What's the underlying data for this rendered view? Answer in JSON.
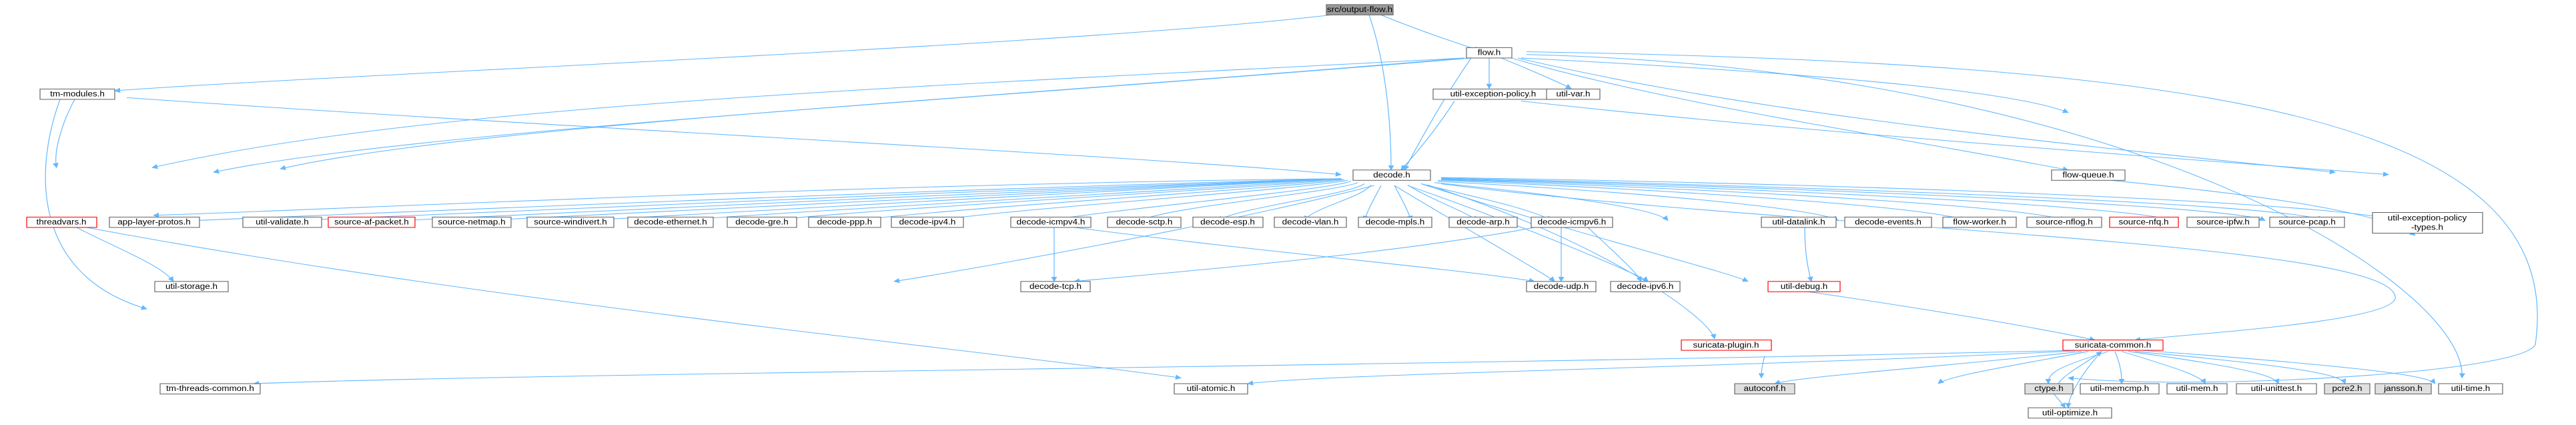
{
  "colors": {
    "node_fill": "#ffffff",
    "root_fill": "#999999",
    "external_fill": "#e0e0e0",
    "node_border": "#666666",
    "truncated_border": "#ff0000",
    "edge": "#63b8ff"
  },
  "nodes": {
    "output_flow": "src/output-flow.h",
    "flow": "flow.h",
    "tm_modules": "tm-modules.h",
    "util_exception_policy": "util-exception-policy.h",
    "util_var": "util-var.h",
    "decode": "decode.h",
    "flow_queue": "flow-queue.h",
    "threadvars": "threadvars.h",
    "app_layer_protos": "app-layer-protos.h",
    "util_validate": "util-validate.h",
    "source_af_packet": "source-af-packet.h",
    "source_netmap": "source-netmap.h",
    "source_windivert": "source-windivert.h",
    "decode_ethernet": "decode-ethernet.h",
    "decode_gre": "decode-gre.h",
    "decode_ppp": "decode-ppp.h",
    "decode_ipv4": "decode-ipv4.h",
    "decode_icmpv4": "decode-icmpv4.h",
    "decode_sctp": "decode-sctp.h",
    "decode_esp": "decode-esp.h",
    "decode_vlan": "decode-vlan.h",
    "decode_mpls": "decode-mpls.h",
    "decode_arp": "decode-arp.h",
    "decode_icmpv6": "decode-icmpv6.h",
    "util_datalink": "util-datalink.h",
    "decode_events": "decode-events.h",
    "flow_worker": "flow-worker.h",
    "source_nflog": "source-nflog.h",
    "source_nfq": "source-nfq.h",
    "source_ipfw": "source-ipfw.h",
    "source_pcap": "source-pcap.h",
    "util_exception_policy_types_1": "util-exception-policy",
    "util_exception_policy_types_2": "-types.h",
    "util_storage": "util-storage.h",
    "decode_tcp": "decode-tcp.h",
    "decode_udp": "decode-udp.h",
    "decode_ipv6": "decode-ipv6.h",
    "util_debug": "util-debug.h",
    "suricata_plugin": "suricata-plugin.h",
    "suricata_common": "suricata-common.h",
    "tm_threads_common": "tm-threads-common.h",
    "util_atomic": "util-atomic.h",
    "autoconf": "autoconf.h",
    "ctype": "ctype.h",
    "util_memcmp": "util-memcmp.h",
    "util_mem": "util-mem.h",
    "util_unittest": "util-unittest.h",
    "pcre2": "pcre2.h",
    "jansson": "jansson.h",
    "util_time": "util-time.h",
    "util_optimize": "util-optimize.h"
  }
}
